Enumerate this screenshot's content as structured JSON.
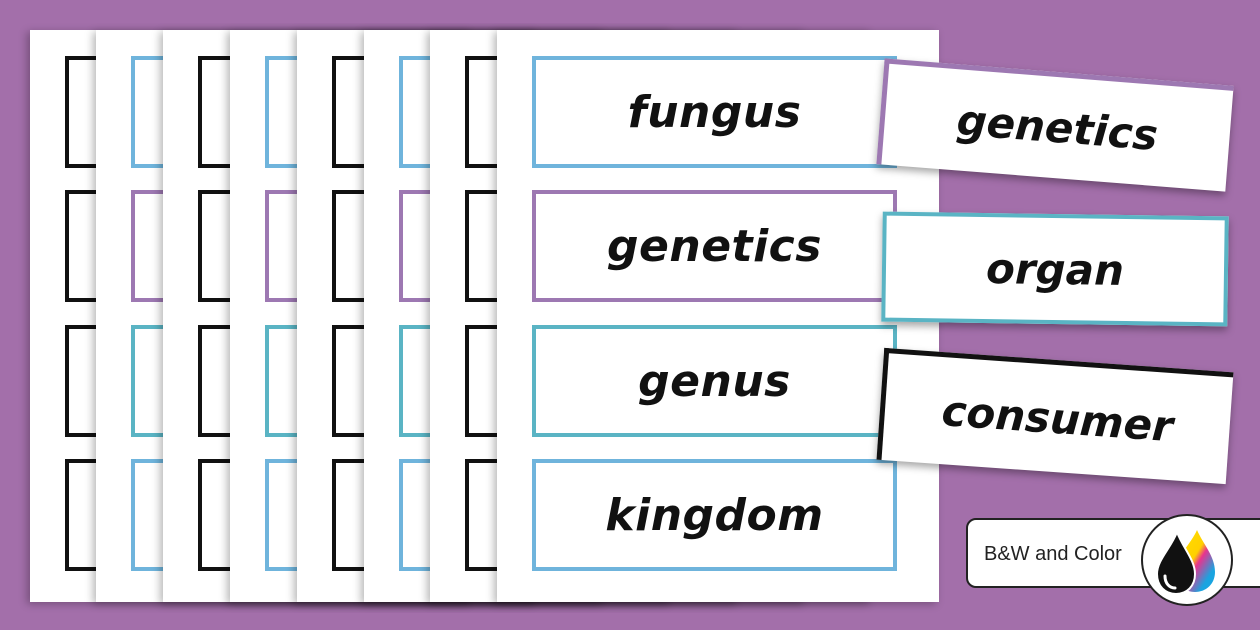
{
  "sheets": {
    "border_colors": [
      "#111111",
      "#6fb4dc",
      "#111111",
      "#6fb4dc",
      "#111111",
      "#6fb4dc",
      "#111111"
    ],
    "front_words": [
      "fungus",
      "genetics",
      "genus",
      "kingdom"
    ],
    "front_border_colors": [
      "#6fb4dc",
      "#9d78b2",
      "#5ab4c4",
      "#6fb4dc"
    ]
  },
  "cards": [
    {
      "word": "genetics",
      "accent": "#9d78b2"
    },
    {
      "word": "organ",
      "accent": "#5ab4c4"
    },
    {
      "word": "consumer",
      "accent": "#111111"
    }
  ],
  "badge": {
    "label": "B&W and Color",
    "icon": "ink-drops-icon"
  },
  "colors": {
    "background": "#a36faa"
  }
}
